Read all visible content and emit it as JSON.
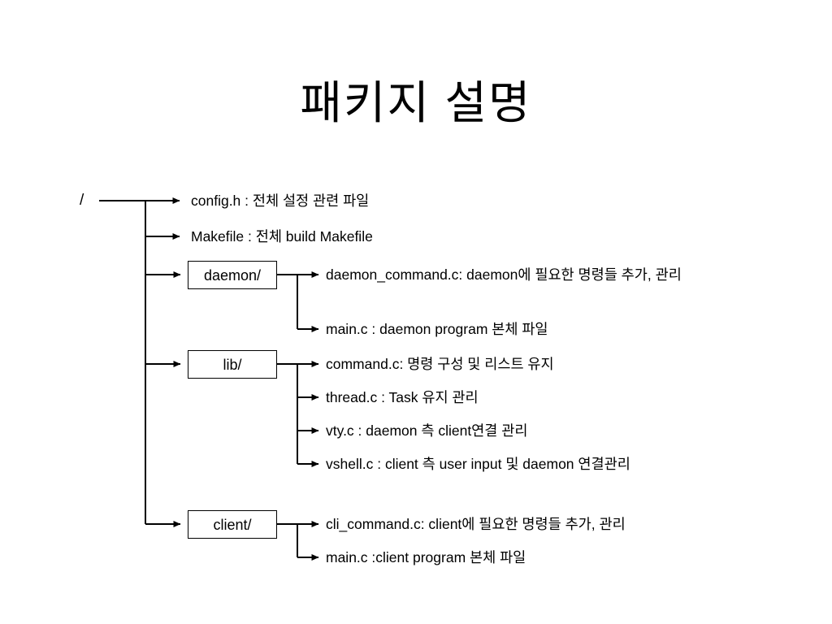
{
  "slide": {
    "title": "패키지 설명",
    "background_color": "#ffffff",
    "text_color": "#000000",
    "line_color": "#000000"
  },
  "tree": {
    "root": {
      "label": "/",
      "name": "root-directory"
    },
    "top_level_files": [
      {
        "label": "config.h : 전체 설정 관련 파일",
        "name": "file-config-h"
      },
      {
        "label": "Makefile : 전체 build Makefile",
        "name": "file-makefile"
      }
    ],
    "folders": [
      {
        "name": "daemon",
        "label": "daemon/",
        "children": [
          {
            "label": "daemon_command.c: daemon에 필요한 명령들 추가, 관리",
            "name": "file-daemon-command-c",
            "wraps": true
          },
          {
            "label": "main.c : daemon program 본체 파일",
            "name": "file-daemon-main-c",
            "wraps": false
          }
        ]
      },
      {
        "name": "lib",
        "label": "lib/",
        "children": [
          {
            "label": "command.c: 명령 구성 및 리스트 유지",
            "name": "file-command-c",
            "wraps": false
          },
          {
            "label": "thread.c : Task 유지 관리",
            "name": "file-thread-c",
            "wraps": false
          },
          {
            "label": "vty.c : daemon 측 client연결 관리",
            "name": "file-vty-c",
            "wraps": false
          },
          {
            "label": "vshell.c : client 측 user input 및 daemon 연결관리",
            "name": "file-vshell-c",
            "wraps": false
          }
        ]
      },
      {
        "name": "client",
        "label": "client/",
        "children": [
          {
            "label": "cli_command.c: client에 필요한 명령들 추가, 관리",
            "name": "file-cli-command-c",
            "wraps": false
          },
          {
            "label": "main.c :client program 본체 파일",
            "name": "file-client-main-c",
            "wraps": false
          }
        ]
      }
    ]
  }
}
